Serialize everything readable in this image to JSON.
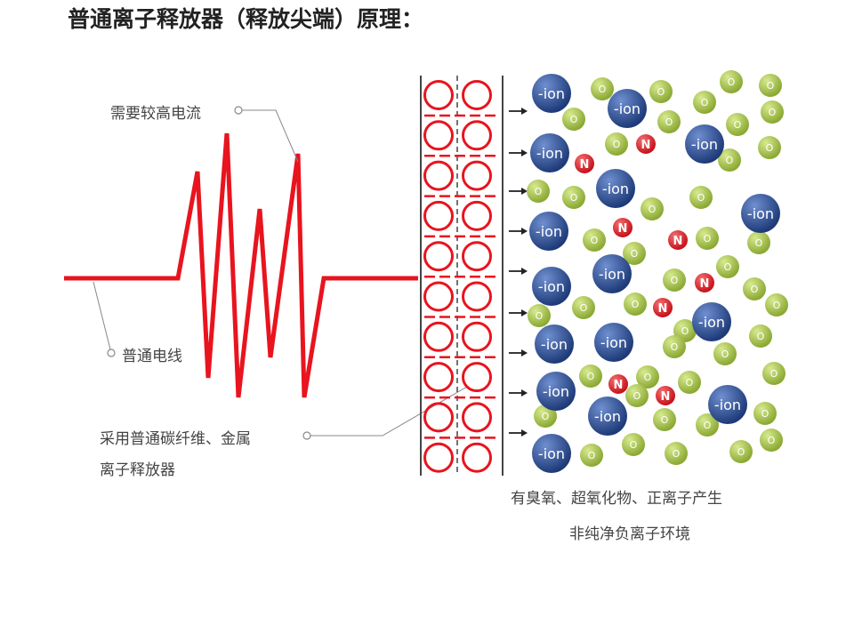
{
  "title": "普通离子释放器（释放尖端）原理：",
  "labels": {
    "high_current": "需要较高电流",
    "wire": "普通电线",
    "emitter_line1": "采用普通碳纤维、金属",
    "emitter_line2": "离子释放器",
    "result_line1": "有臭氧、超氧化物、正离子产生",
    "result_line2": "非纯净负离子环境"
  },
  "particles": {
    "ion": "-ion",
    "nitrogen": "N",
    "oxygen": "O"
  },
  "colors": {
    "wave": "#e8141e",
    "ion": "#1e3a78",
    "nitrogen": "#c8101a",
    "oxygen": "#8aa832"
  }
}
